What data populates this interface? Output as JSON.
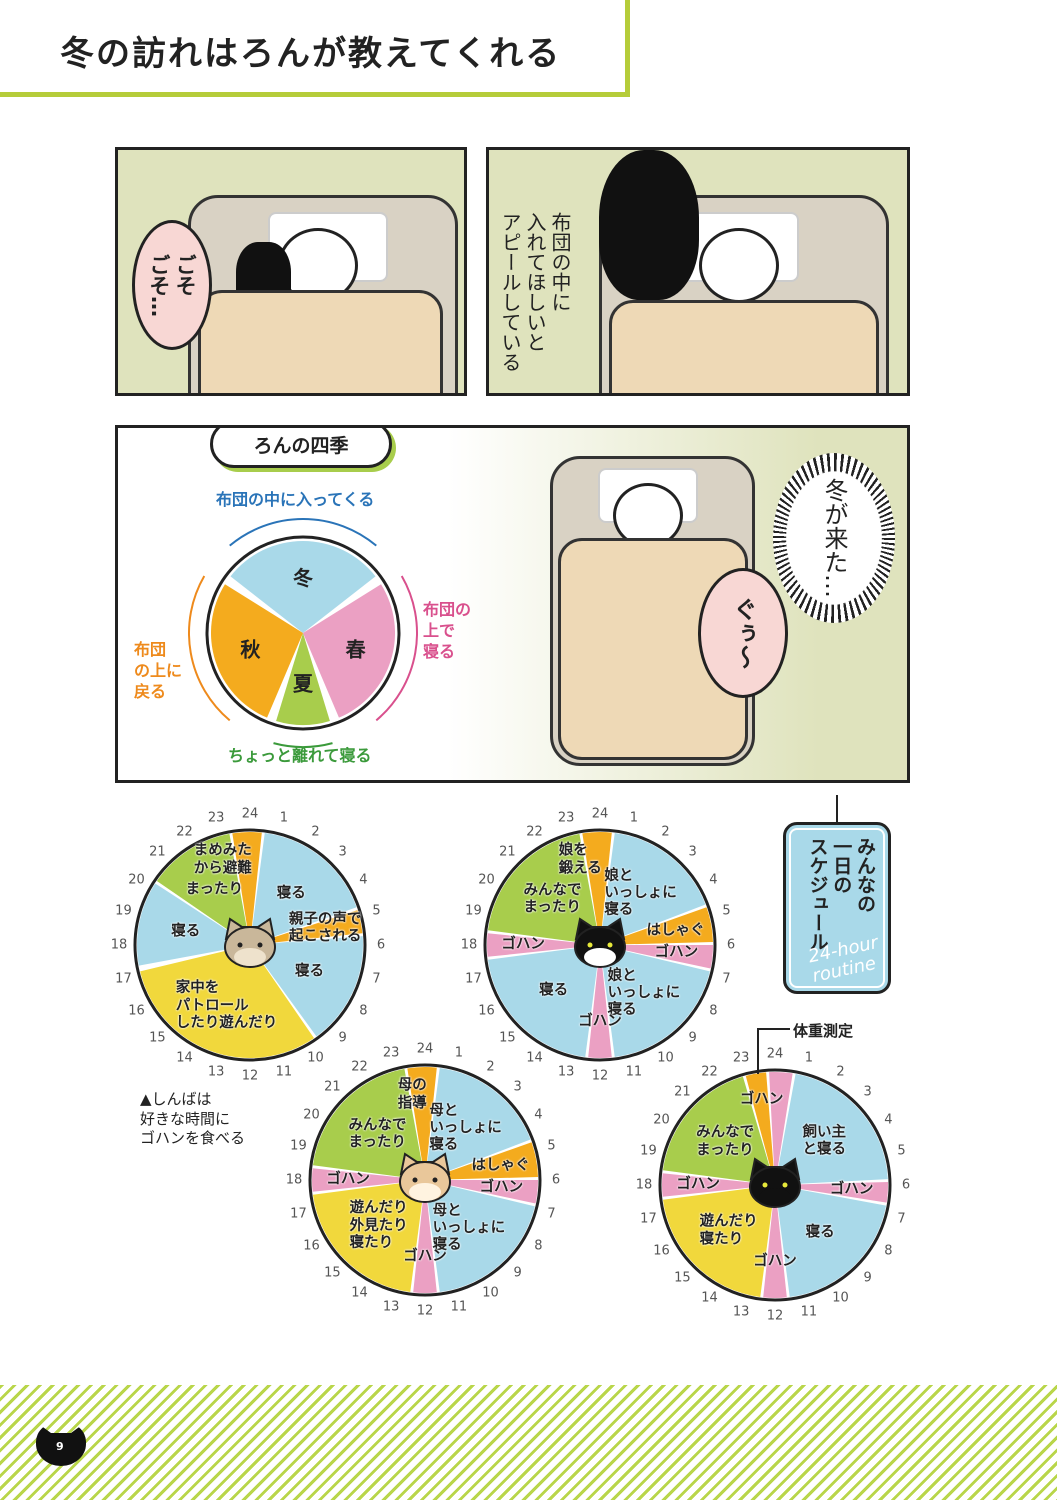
{
  "title": "冬の訪れはろんが教えてくれる",
  "panel1": {
    "sfx": "ごそ\nごそ…"
  },
  "panel2": {
    "narration": "布団の中に\n入れてほしいと\nアピールしている"
  },
  "panel3": {
    "badge": "ろんの四季",
    "seasons": {
      "winter": "冬",
      "spring": "春",
      "summer": "夏",
      "autumn": "秋"
    },
    "arrows": {
      "top": "布団の中に入ってくる",
      "right": "布団の\n上で\n寝る",
      "bottom": "ちょっと離れて寝る",
      "left": "布団\nの上に\n戻る"
    },
    "thought": "冬が来た…",
    "sound": "ぐぅ〜"
  },
  "colors": {
    "blue": "#a9d9e9",
    "green": "#a8cd4c",
    "yellow": "#f1d83c",
    "orange": "#f4ab1e",
    "pink": "#eba0c3"
  },
  "schedule_label": {
    "title": "みんなの\n一日の\nスケジュール",
    "sub": "24-hour\nroutine"
  },
  "weight_note": "体重測定",
  "shinba_note": "▲しんばは\n好きな時間に\nゴハンを食べる",
  "clocks": [
    {
      "cat": "tabby",
      "segments": [
        {
          "from": 23.4,
          "to": 0.4,
          "color": "orange",
          "label": "まめみた\nから避難"
        },
        {
          "from": 0.5,
          "to": 4.7,
          "color": "blue",
          "label": "寝る"
        },
        {
          "from": 4.8,
          "to": 5.6,
          "color": "orange",
          "label": "親子の声で\n起こされる"
        },
        {
          "from": 5.7,
          "to": 9.6,
          "color": "blue",
          "label": "寝る"
        },
        {
          "from": 9.7,
          "to": 17.1,
          "color": "yellow",
          "label": "家中を\nパトロール\nしたり遊んだり"
        },
        {
          "from": 17.3,
          "to": 20.2,
          "color": "blue",
          "label": "寝る"
        },
        {
          "from": 20.3,
          "to": 23.3,
          "color": "green",
          "label": "まったり"
        }
      ]
    },
    {
      "cat": "tuxedo",
      "segments": [
        {
          "from": 23.4,
          "to": 0.4,
          "color": "orange",
          "label": "娘を\n鍛える"
        },
        {
          "from": 0.5,
          "to": 4.6,
          "color": "blue",
          "label": "娘と\nいっしょに\n寝る"
        },
        {
          "from": 4.7,
          "to": 5.9,
          "color": "orange",
          "label": "はしゃぐ"
        },
        {
          "from": 6.0,
          "to": 6.8,
          "color": "pink",
          "label": "ゴハン"
        },
        {
          "from": 6.9,
          "to": 11.5,
          "color": "blue",
          "label": "娘と\nいっしょに\n寝る"
        },
        {
          "from": 11.6,
          "to": 12.4,
          "color": "pink",
          "label": "ゴハン"
        },
        {
          "from": 12.5,
          "to": 17.5,
          "color": "blue",
          "label": "寝る"
        },
        {
          "from": 17.6,
          "to": 18.4,
          "color": "pink",
          "label": "ゴハン"
        },
        {
          "from": 18.5,
          "to": 23.3,
          "color": "green",
          "label": "みんなで\nまったり"
        }
      ]
    },
    {
      "cat": "orange",
      "segments": [
        {
          "from": 23.4,
          "to": 0.4,
          "color": "orange",
          "label": "母の\n指導"
        },
        {
          "from": 0.5,
          "to": 4.6,
          "color": "blue",
          "label": "母と\nいっしょに\n寝る"
        },
        {
          "from": 4.7,
          "to": 5.9,
          "color": "orange",
          "label": "はしゃぐ"
        },
        {
          "from": 6.0,
          "to": 6.8,
          "color": "pink",
          "label": "ゴハン"
        },
        {
          "from": 6.9,
          "to": 11.5,
          "color": "blue",
          "label": "母と\nいっしょに\n寝る"
        },
        {
          "from": 11.6,
          "to": 12.4,
          "color": "pink",
          "label": "ゴハン"
        },
        {
          "from": 12.5,
          "to": 17.5,
          "color": "yellow",
          "label": "遊んだり\n外見たり\n寝たり"
        },
        {
          "from": 17.6,
          "to": 18.4,
          "color": "pink",
          "label": "ゴハン"
        },
        {
          "from": 18.5,
          "to": 23.3,
          "color": "green",
          "label": "みんなで\nまったり"
        }
      ]
    },
    {
      "cat": "black",
      "segments": [
        {
          "from": 23.0,
          "to": 23.7,
          "color": "orange",
          "label": ""
        },
        {
          "from": 23.8,
          "to": 0.6,
          "color": "pink",
          "label": "ゴハン"
        },
        {
          "from": 0.7,
          "to": 5.8,
          "color": "blue",
          "label": "飼い主\nと寝る"
        },
        {
          "from": 5.9,
          "to": 6.6,
          "color": "pink",
          "label": "ゴハン"
        },
        {
          "from": 6.7,
          "to": 11.5,
          "color": "blue",
          "label": "寝る"
        },
        {
          "from": 11.6,
          "to": 12.4,
          "color": "pink",
          "label": "ゴハン"
        },
        {
          "from": 12.5,
          "to": 17.5,
          "color": "yellow",
          "label": "遊んだり\n寝たり"
        },
        {
          "from": 17.6,
          "to": 18.4,
          "color": "pink",
          "label": "ゴハン"
        },
        {
          "from": 18.5,
          "to": 22.9,
          "color": "green",
          "label": "みんなで\nまったり"
        }
      ]
    }
  ],
  "page_number": "9"
}
